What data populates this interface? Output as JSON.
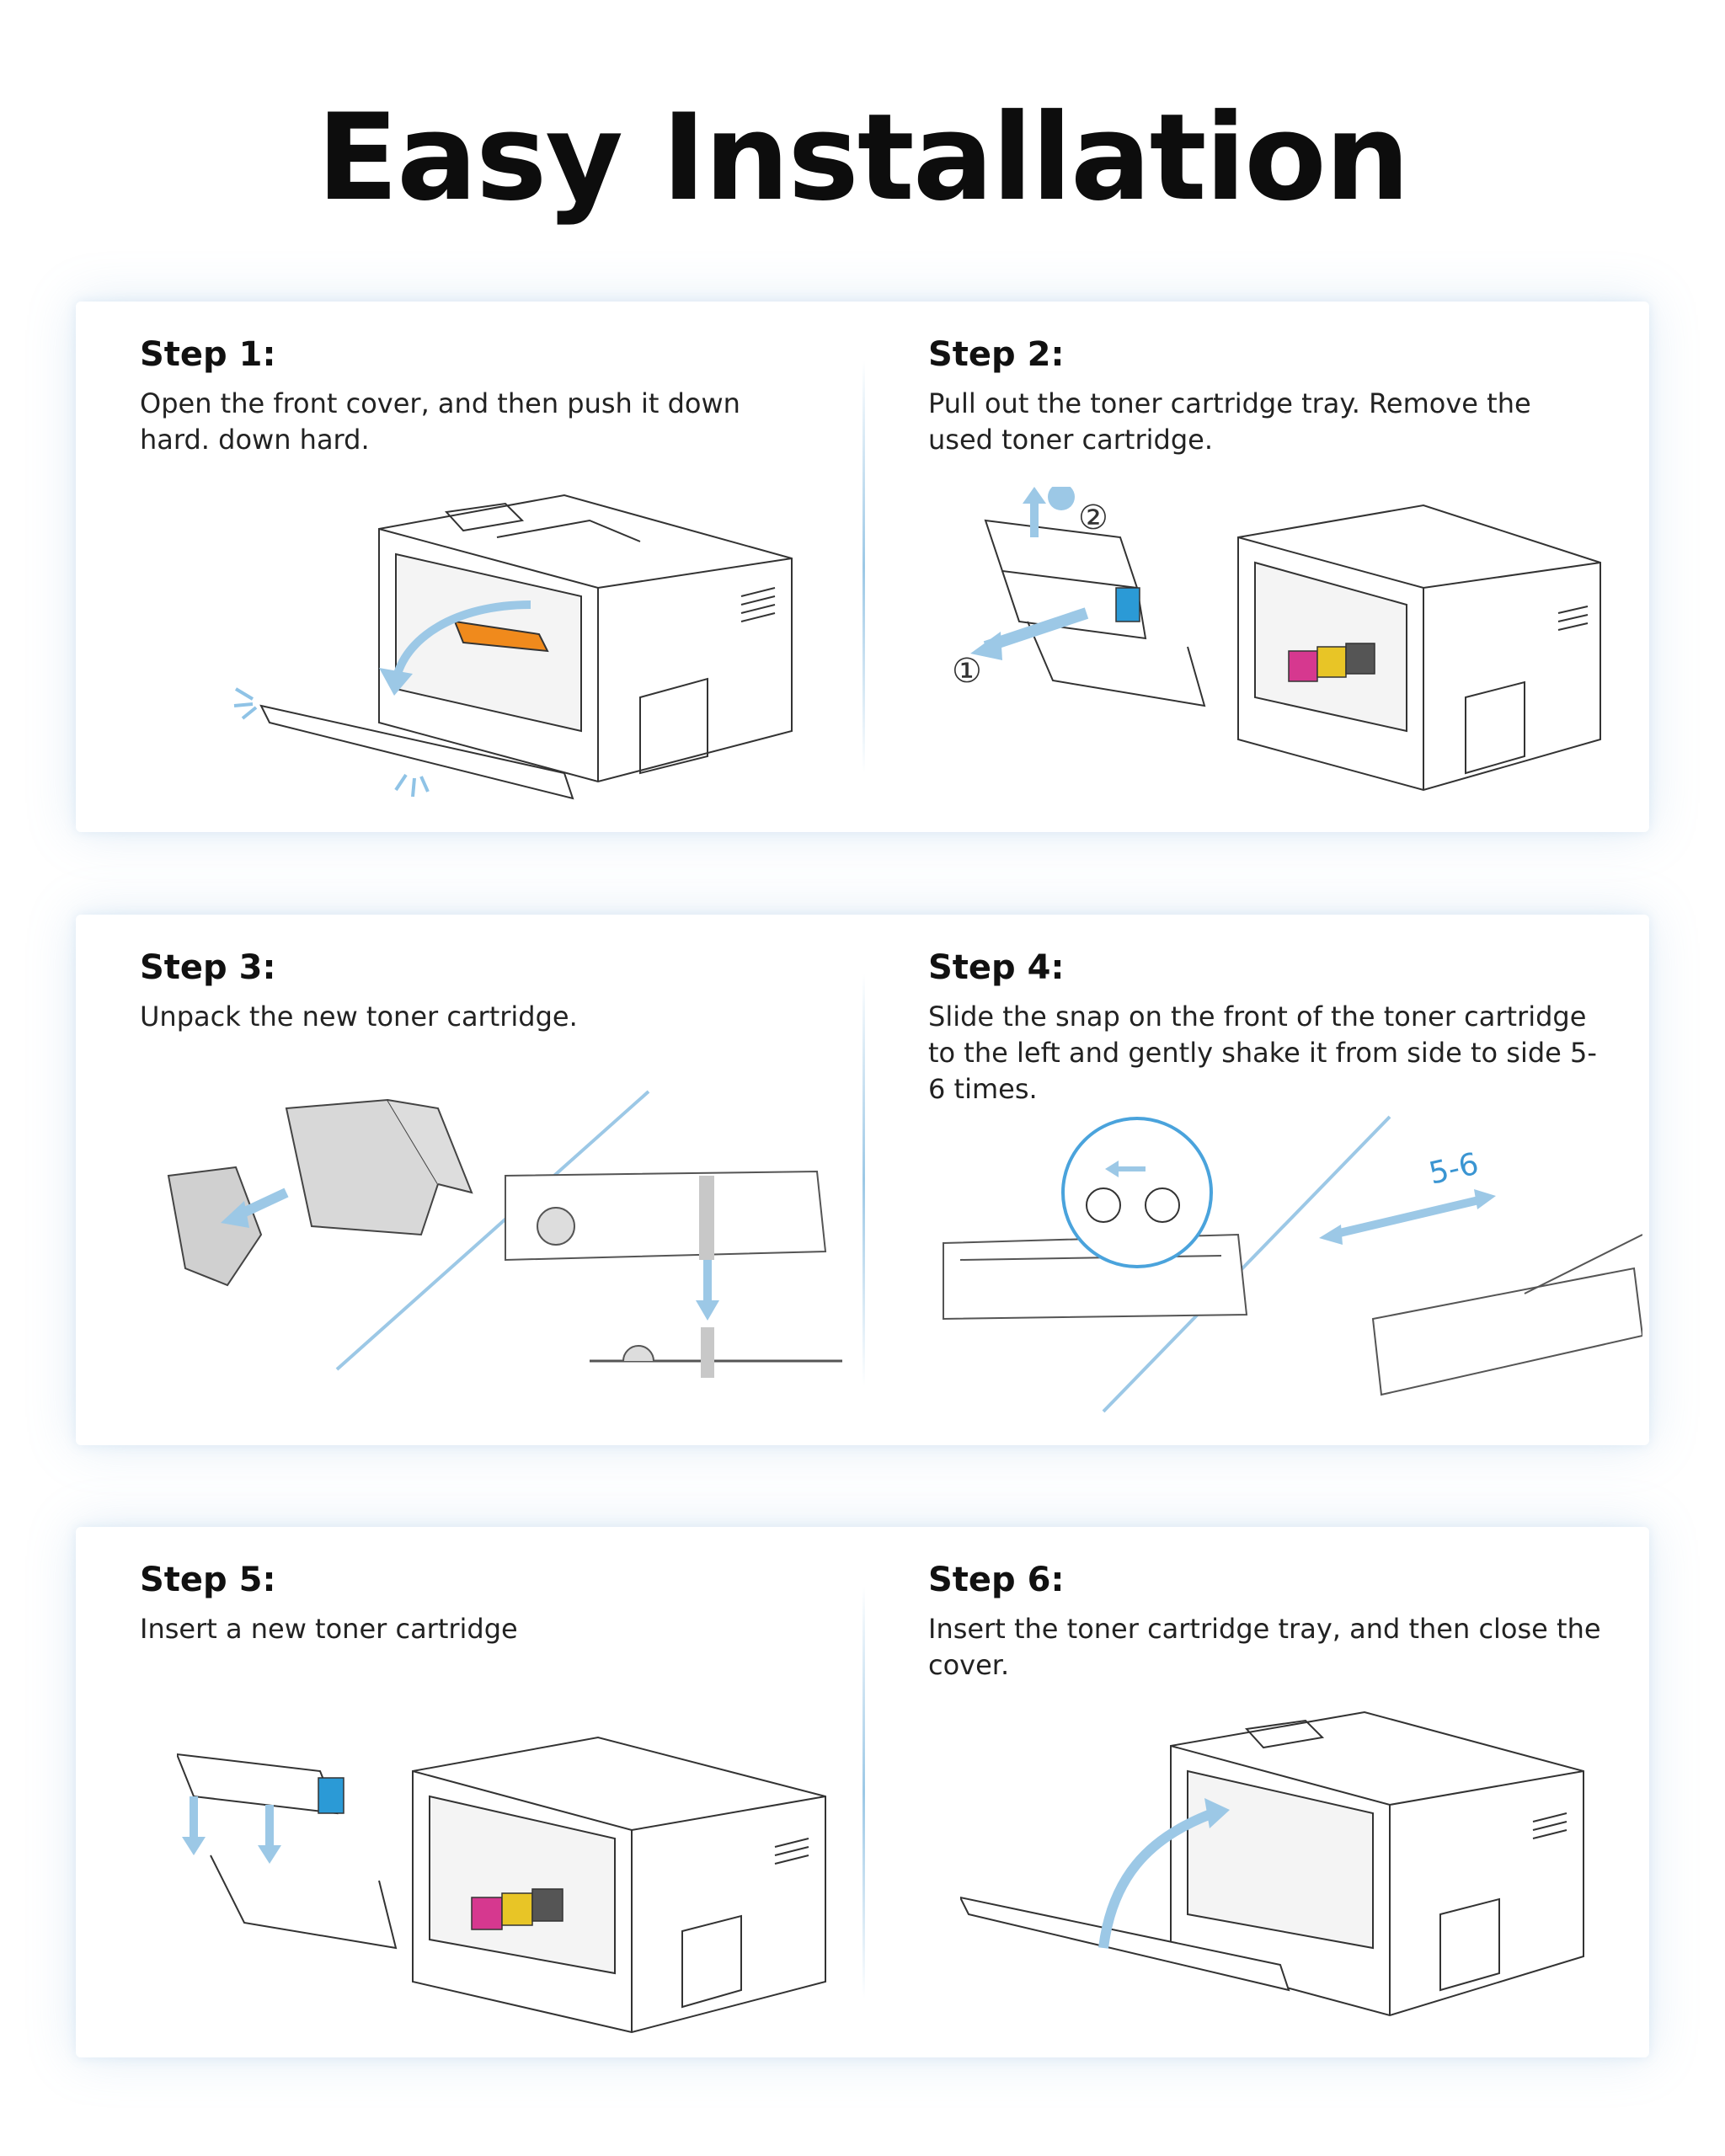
{
  "title": "Easy Installation",
  "steps": [
    {
      "title": "Step 1:",
      "description": "Open the front cover, and then push it down hard. down hard."
    },
    {
      "title": "Step 2:",
      "description": "Pull out the toner cartridge tray. Remove the used toner cartridge."
    },
    {
      "title": "Step 3:",
      "description": "Unpack the new toner cartridge."
    },
    {
      "title": "Step 4:",
      "description": "Slide the snap on the front of the toner cartridge to the left and gently shake it from side to side 5-6 times."
    },
    {
      "title": "Step 5:",
      "description": "Insert a new toner cartridge"
    },
    {
      "title": "Step 6:",
      "description": "Insert the toner cartridge tray, and then close the cover."
    }
  ],
  "callouts": {
    "circle_1": "①",
    "circle_2": "②",
    "shake_count": "5-6"
  },
  "colors": {
    "accent_blue": "#8fc3e6",
    "toner_orange": "#f08a1c",
    "toner_cyan": "#2b9ad6",
    "toner_magenta": "#d6388f",
    "toner_yellow": "#e8c526"
  }
}
